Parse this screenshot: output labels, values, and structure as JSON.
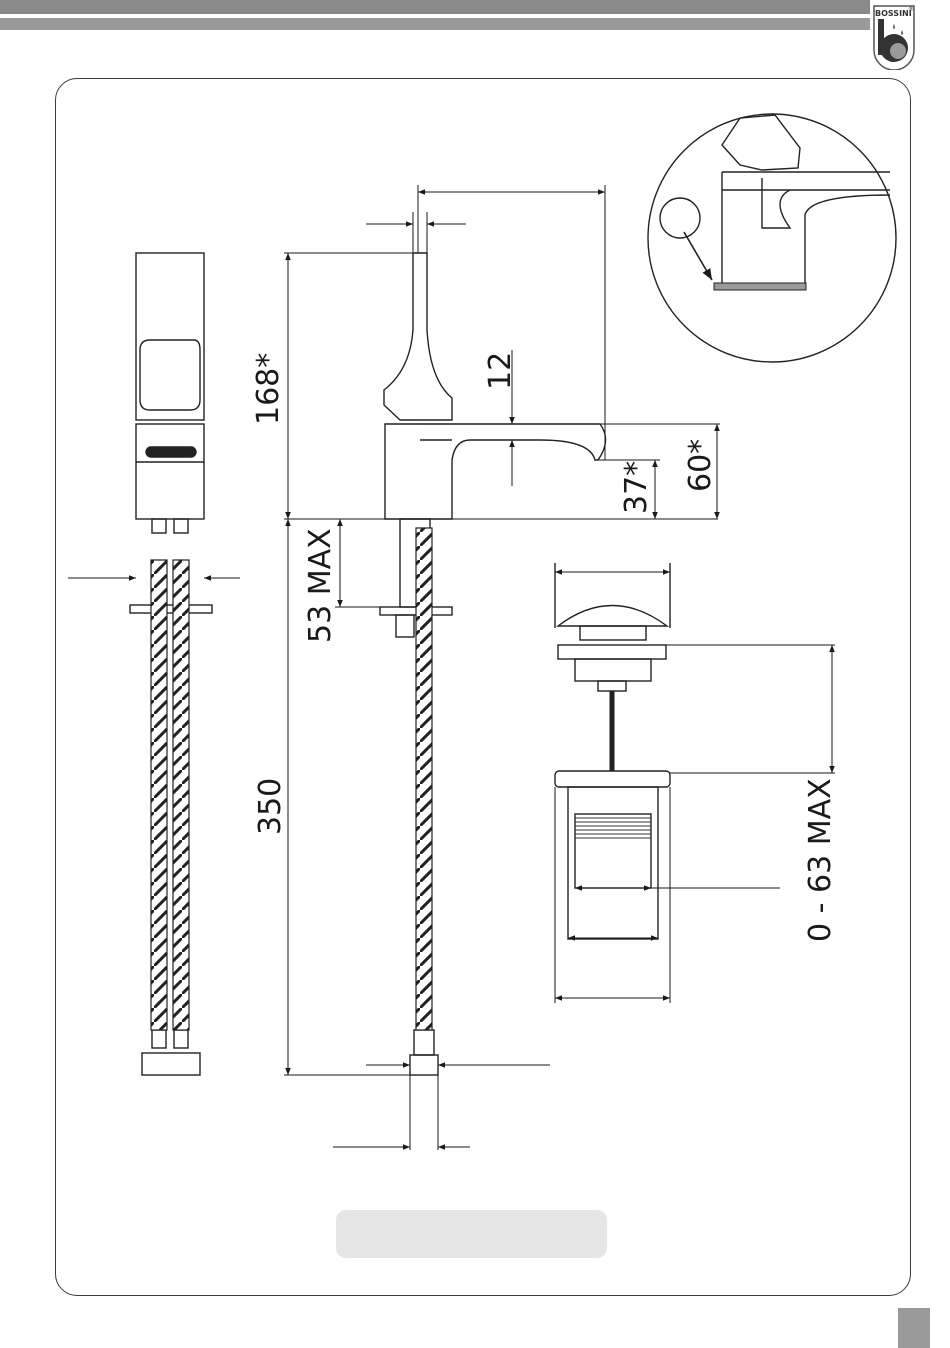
{
  "brand": {
    "name": "BOSSINI",
    "registered": "®"
  },
  "dimensions": {
    "height_total": "168*",
    "spout_thickness": "12",
    "spout_height": "60*",
    "spout_clearance": "37*",
    "deck_thickness": "53 MAX",
    "hose_length": "350",
    "waste_adjust": "0 - 63 MAX"
  },
  "caption": ""
}
